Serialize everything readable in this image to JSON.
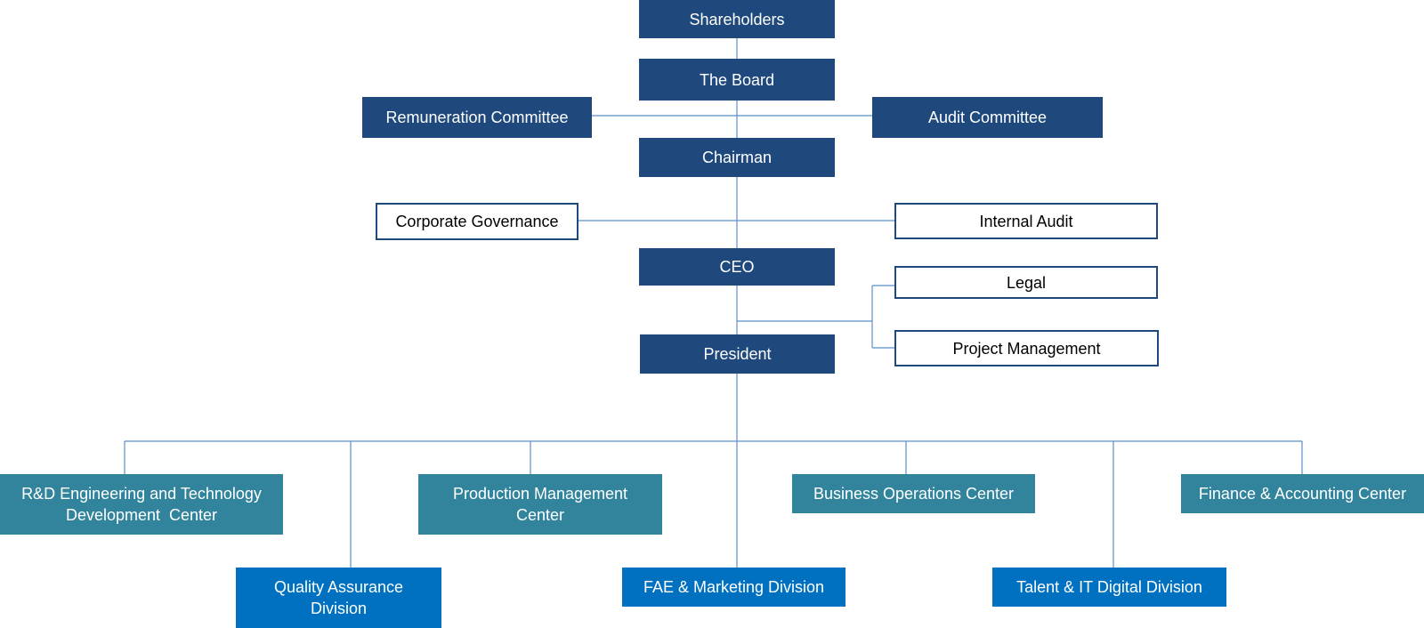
{
  "chart_title": "",
  "colors": {
    "governance": "#1f497d",
    "staff_outline": "#1f497d",
    "centers": "#31849b",
    "divisions": "#0070c0",
    "connectors": "#5b8fc9"
  },
  "nodes": {
    "shareholders": "Shareholders",
    "board": "The Board",
    "remuneration": "Remuneration Committee",
    "audit_committee": "Audit Committee",
    "chairman": "Chairman",
    "corporate_governance": "Corporate Governance",
    "internal_audit": "Internal Audit",
    "ceo": "CEO",
    "legal": "Legal",
    "project_management": "Project Management",
    "president": "President",
    "rd_line1": "R&D Engineering and Technology",
    "rd_line2": "Development  Center",
    "production_line1": "Production Management",
    "production_line2": "Center",
    "business_ops": "Business Operations Center",
    "finance": "Finance & Accounting Center",
    "qa_line1": "Quality Assurance",
    "qa_line2": "Division",
    "fae": "FAE & Marketing Division",
    "talent": "Talent & IT Digital Division"
  }
}
